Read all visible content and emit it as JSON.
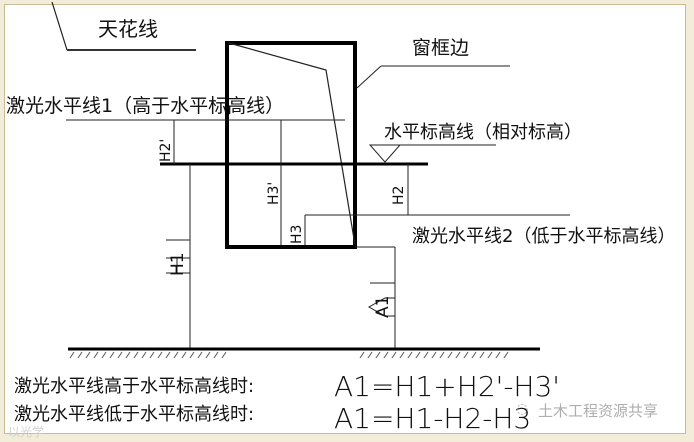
{
  "diagram": {
    "labels": {
      "ceiling_line": "天花线",
      "window_frame_edge": "窗框边",
      "laser_line_1": "激光水平线1（高于水平标高线）",
      "horizontal_level_line": "水平标高线（相对标高）",
      "laser_line_2": "激光水平线2（低于水平标高线）"
    },
    "dimensions": {
      "h2_prime": "H2'",
      "h3_prime": "H3'",
      "h2": "H2",
      "h3": "H3",
      "h1": "H1",
      "a1": "A1"
    },
    "formulas": [
      {
        "condition": "激光水平线高于水平标高线时:",
        "equation": "A1=H1+H2'-H3'"
      },
      {
        "condition": "激光水平线低于水平标高线时:",
        "equation": "A1=H1-H2-H3"
      }
    ],
    "watermarks": {
      "right": "土木工程资源共享",
      "left": "以光学"
    },
    "colors": {
      "background": "#ffffff",
      "line": "#111111",
      "outer_frame": "#f3ecd9"
    }
  }
}
